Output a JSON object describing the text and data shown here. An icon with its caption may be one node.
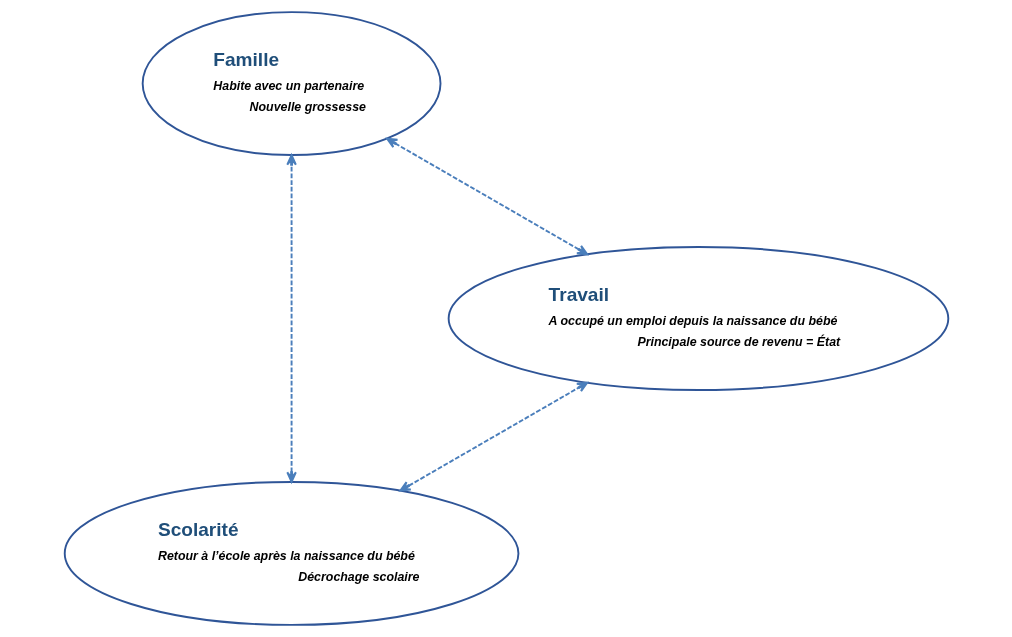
{
  "diagram": {
    "nodes": [
      {
        "text": [
          "Scolarité",
          "Retour à l’école après la naissance du bébé",
          "Décrochage scolaire"
        ]
      },
      {
        "text": [
          "Famille",
          "Habite avec un partenaire",
          "Nouvelle grossesse"
        ]
      },
      {
        "text": [
          "Travail",
          "A occupé un emploi depuis la naissance du bébé",
          "Principale source de revenu = État"
        ]
      }
    ],
    "edges": [
      {
        "from": 0,
        "to": 1,
        "arrow": "both",
        "style": "dashed"
      },
      {
        "from": 0,
        "to": 2,
        "arrow": "both",
        "style": "dashed"
      },
      {
        "from": 2,
        "to": 1,
        "arrow": "both",
        "style": "dashed"
      }
    ]
  }
}
